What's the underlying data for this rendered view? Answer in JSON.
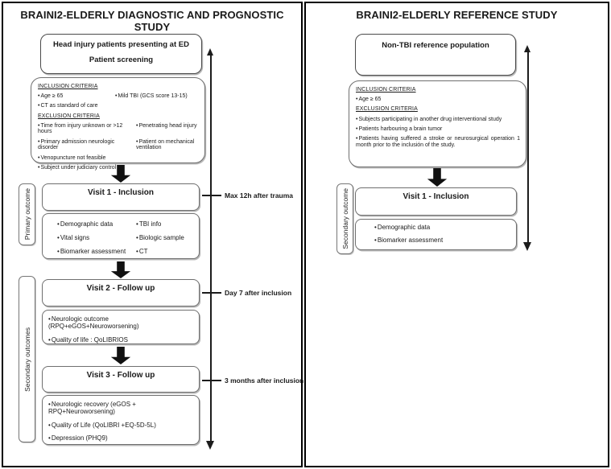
{
  "colors": {
    "ink": "#1a1a1a",
    "box_border": "#6f6f6f",
    "strong_border": "#4a4a4a",
    "arrow": "#111111"
  },
  "left": {
    "title": "BRAINI2-ELDERLY DIAGNOSTIC AND PROGNOSTIC STUDY",
    "screening": {
      "line1": "Head injury patients presenting  at ED",
      "line2": "Patient screening"
    },
    "criteria": {
      "inclusion_heading": "INCLUSION CRITERIA",
      "inc_r1c1": "Age ≥ 65",
      "inc_r1c2": "Mild TBI (GCS score 13-15)",
      "inc_r2c1": "CT as standard of care",
      "exclusion_heading": "EXCLUSION CRITERIA",
      "exc_r1c1": "Time from injury unknown or >12 hours",
      "exc_r1c2": "Penetrating head injury",
      "exc_r2c1": "Primary admission neurologic disorder",
      "exc_r2c2": "Patient on mechanical ventilation",
      "exc_r3c1": "Venopuncture not feasible",
      "exc_r4c1": "Subject under judiciary control"
    },
    "sidebar_primary": "Primary outcome",
    "sidebar_secondary": "Secondary outcomes",
    "visit1": {
      "title": "Visit 1 - Inclusion",
      "note": "Max 12h after trauma",
      "col1": [
        "Demographic data",
        "Vital signs",
        "Biomarker assessment"
      ],
      "col2": [
        "TBI info",
        "Biologic sample",
        "CT"
      ]
    },
    "visit2": {
      "title": "Visit 2 - Follow up",
      "note": "Day 7 after inclusion",
      "items": [
        "Neurologic outcome (RPQ+eGOS+Neuroworsening)",
        "Quality of life : QoLIBRIOS"
      ]
    },
    "visit3": {
      "title": "Visit 3 -  Follow up",
      "note": "3 months after inclusion",
      "items": [
        "Neurologic  recovery (eGOS + RPQ+Neuroworsening)",
        "Quality of Life (QoLIBRI +EQ-5D-5L)",
        "Depression (PHQ9)"
      ]
    }
  },
  "right": {
    "title": "BRAINI2-ELDERLY REFERENCE STUDY",
    "population": "Non-TBI reference population",
    "criteria": {
      "inclusion_heading": "INCLUSION CRITERIA",
      "inclusion_item": "Age ≥ 65",
      "exclusion_heading": "EXCLUSION CRITERIA",
      "exclusion_items": [
        "Subjects participating in another drug interventional study",
        "Patients harbouring a brain tumor",
        "Patients having suffered a stroke or neurosurgical operation 1 month prior to the inclusión of the study."
      ]
    },
    "sidebar_secondary": "Secondary outcome",
    "visit1": {
      "title": "Visit 1 - Inclusion",
      "items": [
        "Demographic data",
        "Biomarker assessment"
      ]
    }
  }
}
